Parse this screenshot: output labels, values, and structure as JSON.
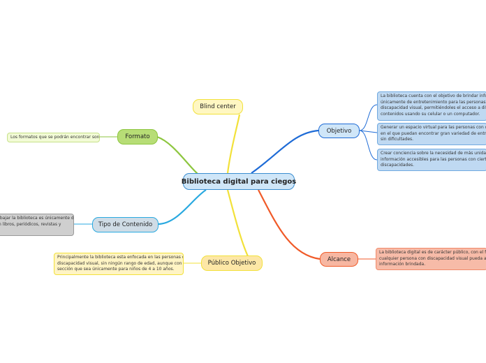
{
  "mindmap": {
    "central": {
      "label": "Biblioteca digital para ciegos"
    },
    "branches": {
      "blind_center": {
        "label": "Blind center",
        "color": "#f2e13a"
      },
      "formato": {
        "label": "Formato",
        "color": "#8dc63f",
        "notes": [
          {
            "lines": [
              "Los formatos que se podrán encontrar son:"
            ]
          }
        ]
      },
      "tipo_contenido": {
        "label": "Tipo de Contenido",
        "color": "#29a9e0",
        "notes": [
          {
            "lines": [
              "Trabajar la biblioteca es únicamente de",
              "con libros, periódicos, revistas y"
            ]
          }
        ]
      },
      "publico_objetivo": {
        "label": "Público Objetivo",
        "color": "#f2e13a",
        "notes": [
          {
            "lines": [
              "Principalmente la biblioteca esta enfocada en las personas con",
              "discapacidad visual, sin ningún rango de edad, aunque con una",
              "sección que sea únicamente para niños de 4 a 10 años."
            ]
          }
        ]
      },
      "objetivo": {
        "label": "Objetivo",
        "color": "#1e6bd6",
        "notes": [
          {
            "lines": [
              "La biblioteca cuenta con el objetivo de brindar informa",
              "únicamente de entretenimiento para las personas con",
              "discapacidad visual, permitiéndoles el acceso a diferen",
              "contenidos usando su celular o un computador."
            ]
          },
          {
            "lines": [
              "Generar un espacio virtual para las personas con discap",
              "en el que puedan encontrar gran variedad de entreten",
              "sin dificultades."
            ]
          },
          {
            "lines": [
              "Crear conciencia sobre la necesidad de más unidades d",
              "información accesibles para las personas con ciertas",
              "discapacidades."
            ]
          }
        ]
      },
      "alcance": {
        "label": "Alcance",
        "color": "#f05a28",
        "notes": [
          {
            "lines": [
              "La biblioteca digital es de carácter público, con el fin de",
              "cualquier persona con discapacidad visual pueda acce",
              "información brindada."
            ]
          }
        ]
      }
    }
  }
}
